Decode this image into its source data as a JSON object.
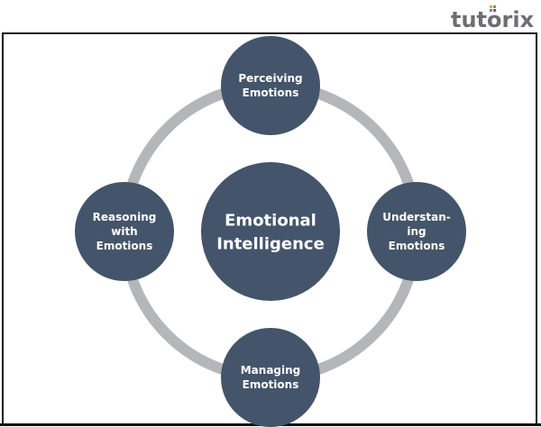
{
  "logo": {
    "text": "tutorix",
    "colors": {
      "text": "#6d6e71",
      "dots": [
        "#f4a623",
        "#4caf50",
        "#2196f3",
        "#e91e63"
      ]
    }
  },
  "diagram": {
    "center": {
      "label_lines": [
        "Emotional",
        "Intelligence"
      ]
    },
    "nodes": [
      {
        "id": "perceiving",
        "position": "top",
        "label_lines": [
          "Perceiving",
          "Emotions"
        ]
      },
      {
        "id": "understanding",
        "position": "right",
        "label_lines": [
          "Understan-",
          "ing",
          "Emotions"
        ]
      },
      {
        "id": "managing",
        "position": "bottom",
        "label_lines": [
          "Managing",
          "Emotions"
        ]
      },
      {
        "id": "reasoning",
        "position": "left",
        "label_lines": [
          "Reasoning",
          "with",
          "Emotions"
        ]
      }
    ],
    "colors": {
      "node": "#44546a",
      "ring": "#b4b6ba",
      "text": "#ffffff"
    }
  }
}
